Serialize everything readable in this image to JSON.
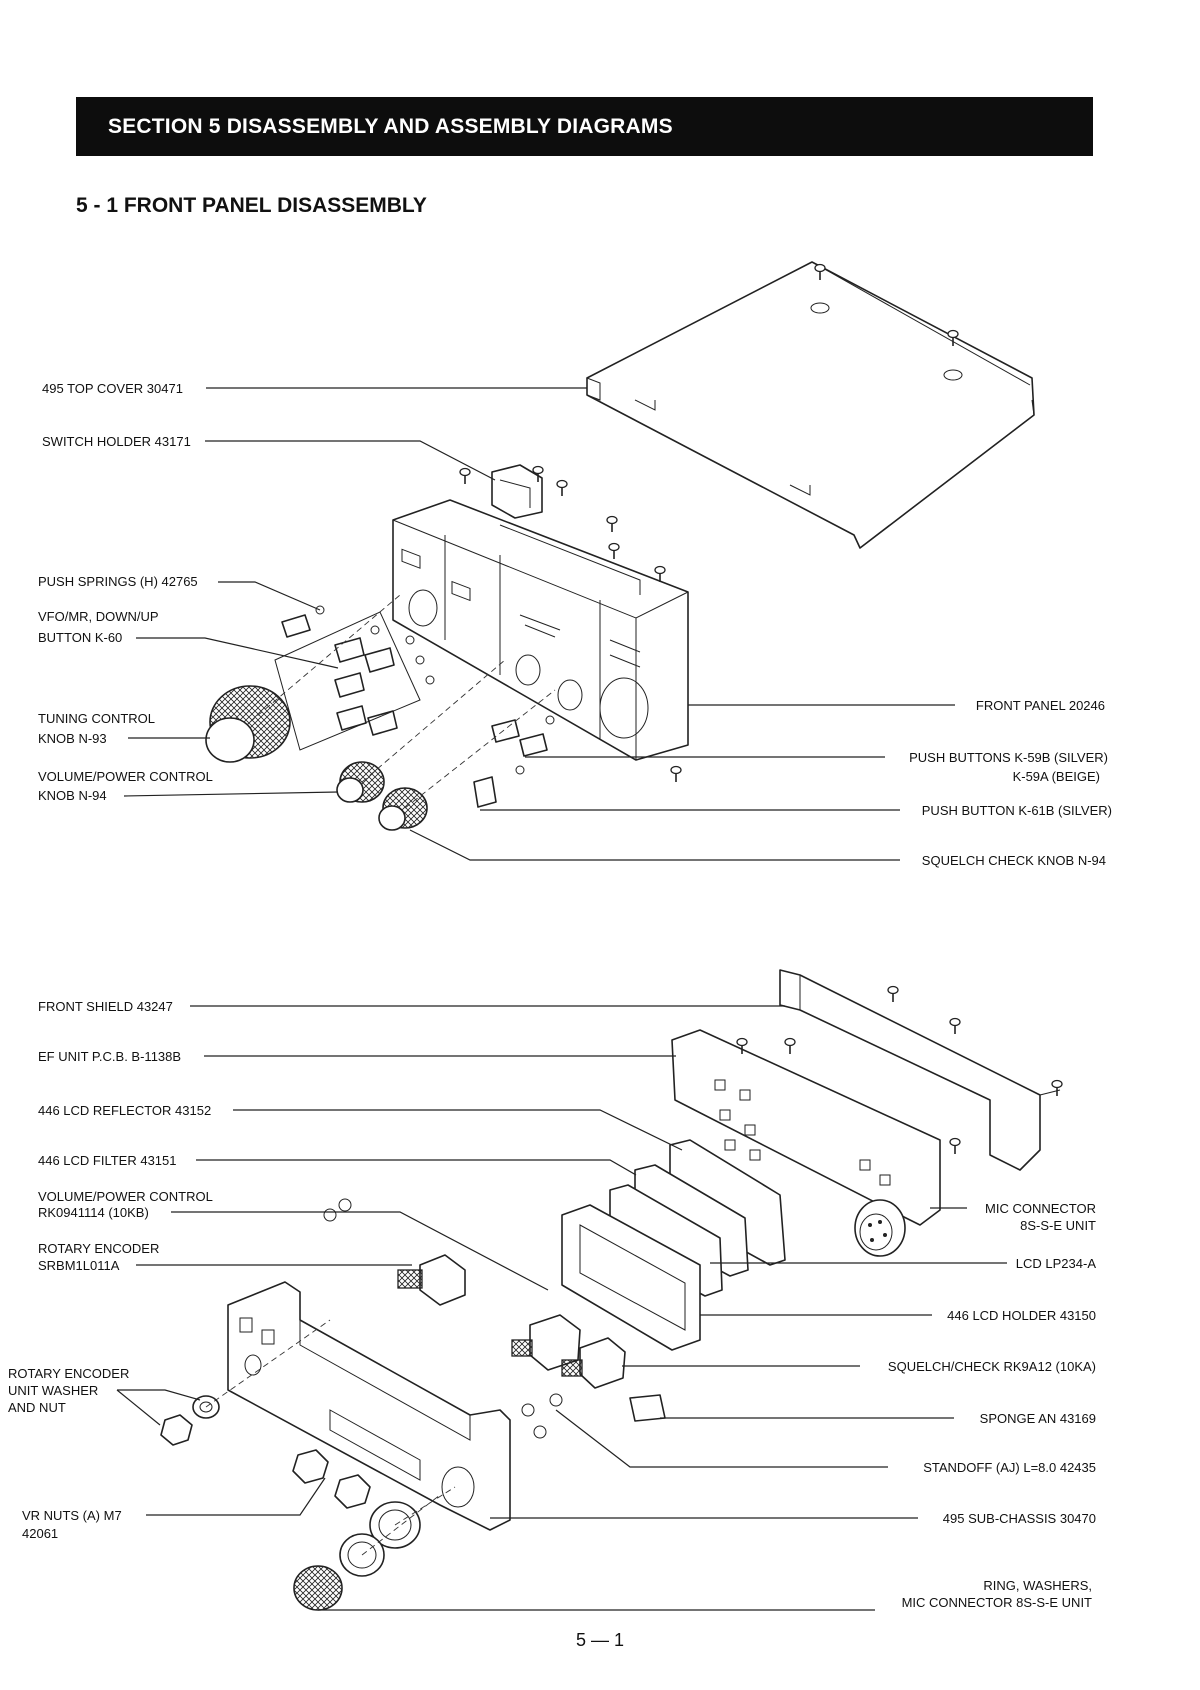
{
  "header": {
    "title": "SECTION 5   DISASSEMBLY AND ASSEMBLY DIAGRAMS"
  },
  "subtitle": "5 - 1  FRONT PANEL DISASSEMBLY",
  "page_number": "5 — 1",
  "top_labels": {
    "top_cover": "495 TOP COVER 30471",
    "switch_holder": "SWITCH HOLDER 43171",
    "push_springs": "PUSH SPRINGS (H) 42765",
    "vfo_line1": "VFO/MR, DOWN/UP",
    "vfo_line2": "BUTTON K-60",
    "tuning_line1": "TUNING CONTROL",
    "tuning_line2": "KNOB N-93",
    "volume_line1": "VOLUME/POWER CONTROL",
    "volume_line2": "KNOB N-94",
    "front_panel": "FRONT PANEL 20246",
    "push_buttons_line1": "PUSH BUTTONS K-59B (SILVER)",
    "push_buttons_line2": "K-59A (BEIGE)",
    "push_button_k61b": "PUSH BUTTON K-61B (SILVER)",
    "squelch_knob": "SQUELCH CHECK KNOB N-94"
  },
  "bottom_labels": {
    "front_shield": "FRONT SHIELD 43247",
    "ef_unit": "EF UNIT P.C.B. B-1138B",
    "lcd_reflector": "446 LCD REFLECTOR 43152",
    "lcd_filter": "446 LCD FILTER 43151",
    "vol_control_line1": "VOLUME/POWER CONTROL",
    "vol_control_line2": "RK0941114 (10KB)",
    "rotary_line1": "ROTARY ENCODER",
    "rotary_line2": "SRBM1L011A",
    "rotary_washer_line1": "ROTARY ENCODER",
    "rotary_washer_line2": "UNIT WASHER",
    "rotary_washer_line3": "AND NUT",
    "vr_nuts_line1": "VR NUTS (A) M7",
    "vr_nuts_line2": "42061",
    "mic_conn_line1": "MIC CONNECTOR",
    "mic_conn_line2": "8S-S-E UNIT",
    "lcd": "LCD LP234-A",
    "lcd_holder": "446 LCD HOLDER 43150",
    "squelch_check": "SQUELCH/CHECK RK9A12 (10KA)",
    "sponge": "SPONGE AN 43169",
    "standoff": "STANDOFF (AJ) L=8.0 42435",
    "sub_chassis": "495 SUB-CHASSIS 30470",
    "ring_line1": "RING, WASHERS,",
    "ring_line2": "MIC CONNECTOR 8S-S-E UNIT"
  }
}
